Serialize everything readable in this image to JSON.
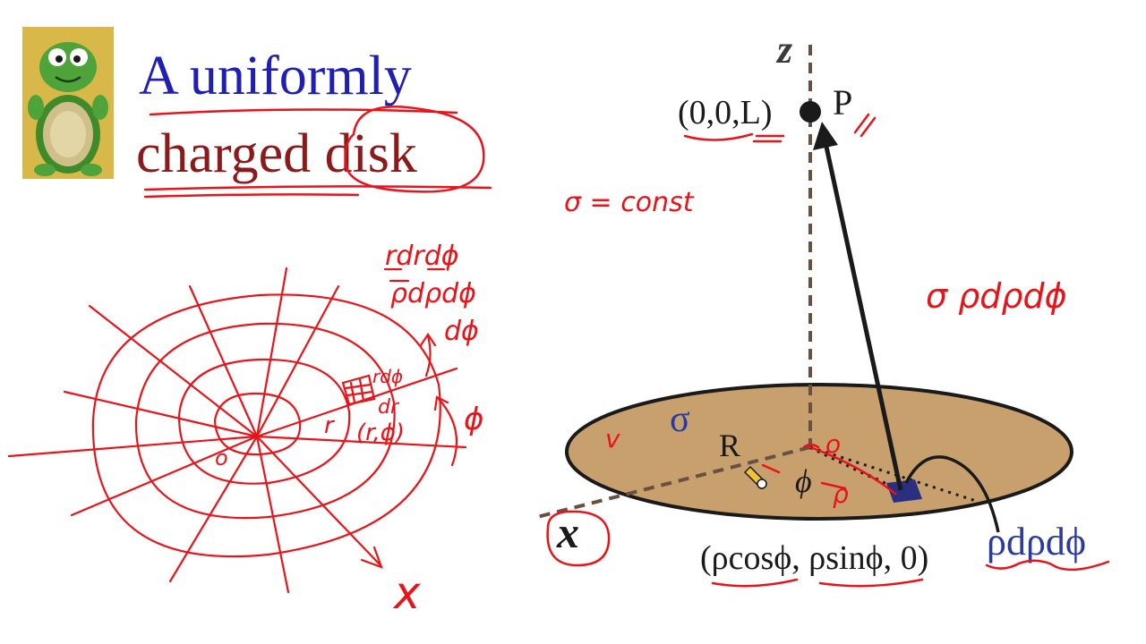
{
  "title": {
    "line1": "A uniformly",
    "line2": "charged disk",
    "line1_color": "#1f1fb4",
    "line2_color": "#8b1a1a"
  },
  "logo": {
    "icon": "turtle-mascot-icon"
  },
  "diagram": {
    "axis_z": "z",
    "axis_x": "x",
    "point_label": "P",
    "point_coords": "(0,0,L)",
    "sigma": "σ",
    "radius_label": "R",
    "angle_label": "ϕ",
    "element_coords": "(ρcosϕ, ρsinϕ, 0)",
    "element_area": "ρdρdϕ",
    "disk_color": "#c8a06e",
    "element_color": "#2a2f80"
  },
  "annotations": {
    "sigma_const": "σ = const",
    "charge_element": "σ ρdρdϕ",
    "polar_area_1": "rdrdϕ",
    "polar_area_2": "ρdρdϕ",
    "dphi": "dϕ",
    "phi": "ϕ",
    "rdphi": "rdϕ",
    "dr": "dr",
    "r": "r",
    "r_phi": "(r,ϕ)",
    "origin": "o",
    "x_label": "x",
    "origin_on_disk": "o",
    "v_mark": "v",
    "rho_mark": "ρ",
    "ink_color": "#e8141a"
  }
}
